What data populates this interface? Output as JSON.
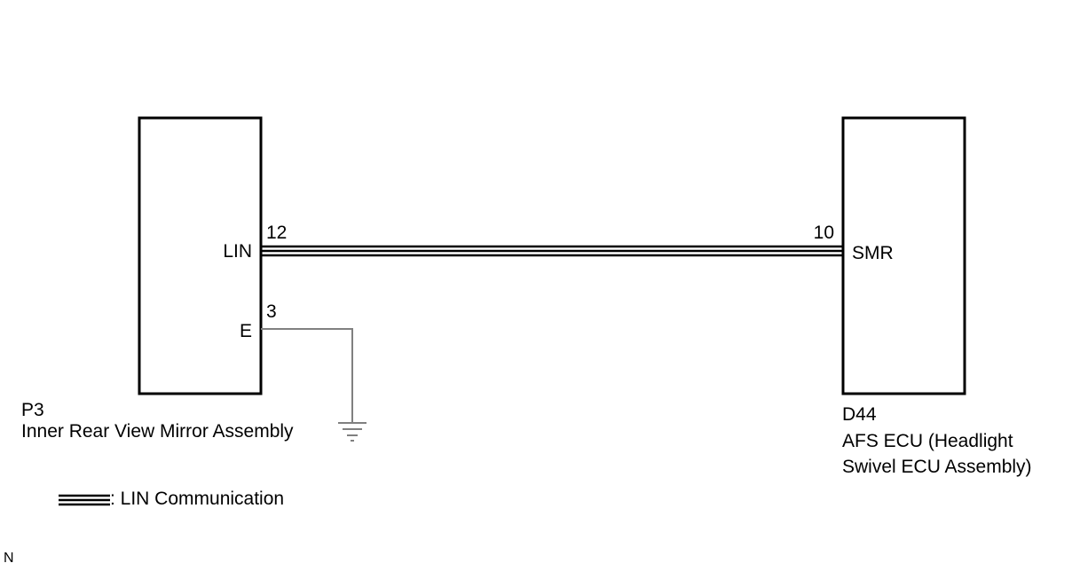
{
  "left_component": {
    "code": "P3",
    "name": "Inner Rear View Mirror Assembly",
    "pins": [
      {
        "label": "LIN",
        "number": "12"
      },
      {
        "label": "E",
        "number": "3"
      }
    ]
  },
  "right_component": {
    "code": "D44",
    "name_line1": "AFS ECU (Headlight",
    "name_line2": "Swivel ECU Assembly)",
    "pins": [
      {
        "label": "SMR",
        "number": "10"
      }
    ]
  },
  "legend": {
    "text": ": LIN Communication"
  },
  "corner_mark": "N",
  "colors": {
    "line": "#000000",
    "ground_wire": "#808080"
  }
}
